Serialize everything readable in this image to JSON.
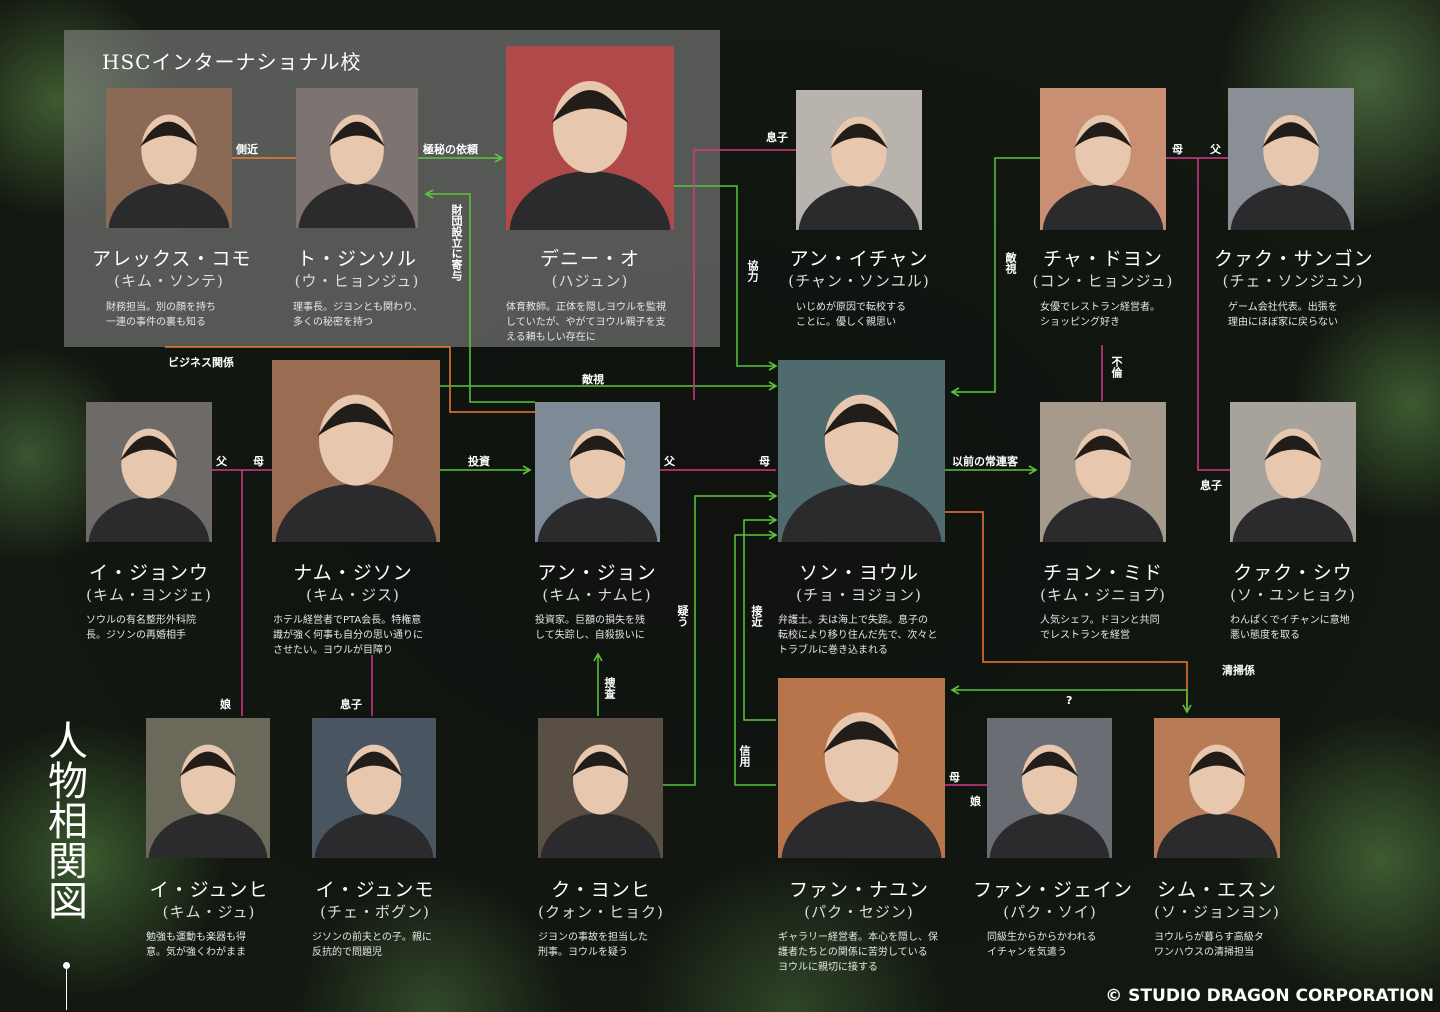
{
  "title": "人物相関図",
  "copyright": "© STUDIO DRAGON CORPORATION",
  "colors": {
    "green": "#5ec43c",
    "pink": "#d6368a",
    "orange": "#f07a36",
    "panel": "#9a9a9a"
  },
  "group": {
    "label": "HSCインターナショナル校"
  },
  "characters": [
    {
      "id": "alex",
      "name": "アレックス・コモ",
      "actor": "(キム・ソンテ)",
      "desc": "財務担当。別の顔を持ち\n一連の事件の裏も知る",
      "tone": "#8a6a55"
    },
    {
      "id": "to",
      "name": "ト・ジンソル",
      "actor": "(ウ・ヒョンジュ)",
      "desc": "理事長。ジヨンとも関わり、\n多くの秘密を持つ",
      "tone": "#7d7370"
    },
    {
      "id": "denny",
      "name": "デニー・オ",
      "actor": "(ハジュン)",
      "desc": "体育教師。正体を隠しヨウルを監視\nしていたが、やがてヨウル親子を支\nえる頼もしい存在に",
      "tone": "#b04a4a"
    },
    {
      "id": "ichan",
      "name": "アン・イチャン",
      "actor": "(チャン・ソンユル)",
      "desc": "いじめが原因で転校する\nことに。優しく親思い",
      "tone": "#b8b3ad"
    },
    {
      "id": "doyeon",
      "name": "チャ・ドヨン",
      "actor": "(コン・ヒョンジュ)",
      "desc": "女優でレストラン経営者。\nショッピング好き",
      "tone": "#c98f73"
    },
    {
      "id": "sangon",
      "name": "クァク・サンゴン",
      "actor": "(チェ・ソンジュン)",
      "desc": "ゲーム会社代表。出張を\n理由にほぼ家に戻らない",
      "tone": "#8a8f96"
    },
    {
      "id": "jeongwoo",
      "name": "イ・ジョンウ",
      "actor": "(キム・ヨンジェ)",
      "desc": "ソウルの有名整形外科院\n長。ジソンの再婚相手",
      "tone": "#6d6a68"
    },
    {
      "id": "jiseon",
      "name": "ナム・ジソン",
      "actor": "(キム・ジス)",
      "desc": "ホテル経営者でPTA会長。特権意\n識が強く何事も自分の思い通りに\nさせたい。ヨウルが目障り",
      "tone": "#9a6d52"
    },
    {
      "id": "jeon",
      "name": "アン・ジョン",
      "actor": "(キム・ナムヒ)",
      "desc": "投資家。巨額の損失を残\nして失踪し、自殺扱いに",
      "tone": "#7e8a95"
    },
    {
      "id": "yeoul",
      "name": "ソン・ヨウル",
      "actor": "(チョ・ヨジョン)",
      "desc": "弁護士。夫は海上で失踪。息子の\n転校により移り住んだ先で、次々と\nトラブルに巻き込まれる",
      "tone": "#4f6b6d"
    },
    {
      "id": "mido",
      "name": "チョン・ミド",
      "actor": "(キム・ジニョプ)",
      "desc": "人気シェフ。ドヨンと共同\nでレストランを経営",
      "tone": "#a59a8c"
    },
    {
      "id": "siu",
      "name": "クァク・シウ",
      "actor": "(ソ・ユンヒョク)",
      "desc": "わんぱくでイチャンに意地\n悪い態度を取る",
      "tone": "#a8a29c"
    },
    {
      "id": "junhee",
      "name": "イ・ジュンヒ",
      "actor": "(キム・ジュ)",
      "desc": "勉強も運動も楽器も得\n意。気が強くわがまま",
      "tone": "#6b6a5a"
    },
    {
      "id": "junmo",
      "name": "イ・ジュンモ",
      "actor": "(チェ・ボグン)",
      "desc": "ジソンの前夫との子。親に\n反抗的で問題児",
      "tone": "#4a5562"
    },
    {
      "id": "yonhee",
      "name": "ク・ヨンヒ",
      "actor": "(クォン・ヒョク)",
      "desc": "ジヨンの事故を担当した\n刑事。ヨウルを疑う",
      "tone": "#5a4f44"
    },
    {
      "id": "nayun",
      "name": "ファン・ナユン",
      "actor": "(パク・セジン)",
      "desc": "ギャラリー経営者。本心を隠し、保\n護者たちとの関係に苦労している\nヨウルに親切に接する",
      "tone": "#b8744a"
    },
    {
      "id": "jein",
      "name": "ファン・ジェイン",
      "actor": "(パク・ソイ)",
      "desc": "同級生からからかわれる\nイチャンを気遣う",
      "tone": "#6a6e74"
    },
    {
      "id": "eunsun",
      "name": "シム・エスン",
      "actor": "(ソ・ジョンヨン)",
      "desc": "ヨウルらが暮らす高級タ\nワンハウスの清掃担当",
      "tone": "#b77b55"
    }
  ],
  "relations": {
    "sokkin": "側近",
    "gokuhi": "極秘の依頼",
    "zaidan": "財団設立に寄与",
    "business": "ビジネス関係",
    "tekishi_h": "敵視",
    "musuko1": "息子",
    "kyoryoku": "協力",
    "tekishi_v": "敵視",
    "haha1": "母",
    "chichi1": "父",
    "furin": "不倫",
    "musuko2": "息子",
    "chichi2": "父",
    "haha2": "母",
    "toushi": "投資",
    "chichi3": "父",
    "haha3": "母",
    "ijou": "以前の常連客",
    "utagau": "疑う",
    "sekkin": "接近",
    "shinyou": "信用",
    "sousa": "捜査",
    "musume1": "娘",
    "musuko3": "息子",
    "seisou": "清掃係",
    "question": "?",
    "haha4": "母",
    "musume2": "娘"
  }
}
